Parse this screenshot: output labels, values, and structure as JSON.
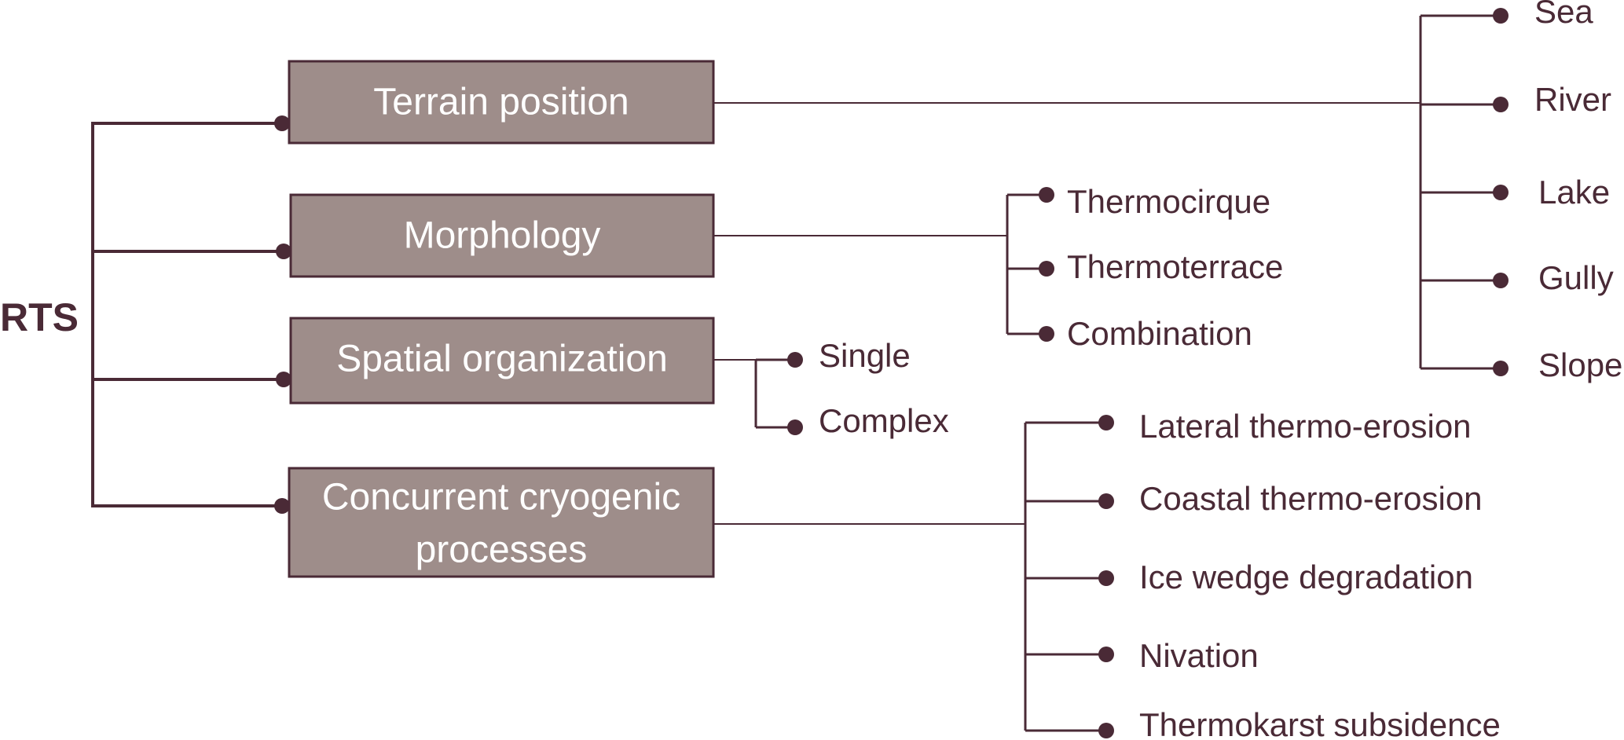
{
  "colors": {
    "line": "#4a2a36",
    "box_fill": "#9e8d8a",
    "box_text": "#ffffff",
    "text": "#4a2a36"
  },
  "root": {
    "label": "RTS"
  },
  "categories": [
    {
      "key": "terrain",
      "lines": [
        "Terrain position"
      ],
      "children": [
        "Sea",
        "River",
        "Lake",
        "Gully",
        "Slope"
      ]
    },
    {
      "key": "morphology",
      "lines": [
        "Morphology"
      ],
      "children": [
        "Thermocirque",
        "Thermoterrace",
        "Combination"
      ]
    },
    {
      "key": "spatial",
      "lines": [
        "Spatial organization"
      ],
      "children": [
        "Single",
        "Complex"
      ]
    },
    {
      "key": "processes",
      "lines": [
        "Concurrent cryogenic",
        "processes"
      ],
      "children": [
        "Lateral thermo-erosion",
        "Coastal thermo-erosion",
        "Ice wedge degradation",
        "Nivation",
        "Thermokarst subsidence"
      ]
    }
  ]
}
